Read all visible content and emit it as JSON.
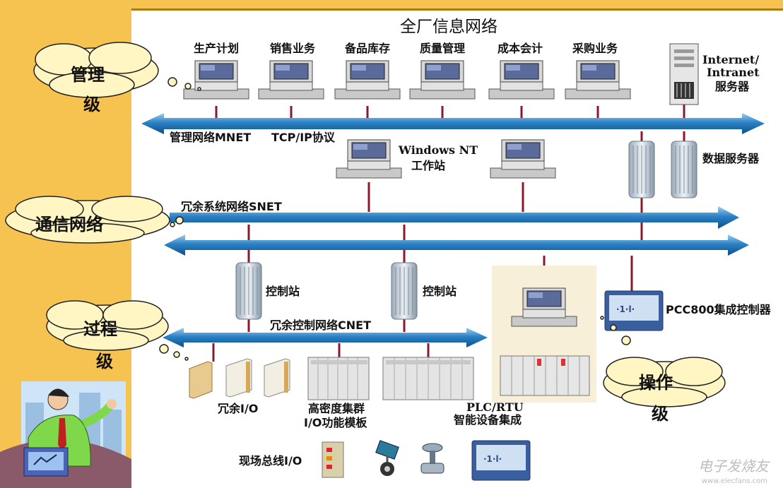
{
  "title": "全厂信息网络",
  "levels": {
    "management": [
      "管理",
      "级"
    ],
    "communication": "通信网络",
    "process": [
      "过程",
      "级"
    ],
    "operation": [
      "操作",
      "级"
    ]
  },
  "workstations": [
    "生产计划",
    "销售业务",
    "备品库存",
    "质量管理",
    "成本会计",
    "采购业务"
  ],
  "server": [
    "Internet/",
    "Intranet",
    "服务器"
  ],
  "networks": {
    "mnet": "管理网络MNET",
    "tcpip": "TCP/IP协议",
    "snet": "冗余系统网络SNET",
    "cnet": "冗余控制网络CNET"
  },
  "nt_station": [
    "Windows NT",
    "工作站"
  ],
  "data_server": "数据服务器",
  "control_station_1": "控制站",
  "control_station_2": "控制站",
  "pcc": "PCC800集成控制器",
  "redundant_io": "冗余I/O",
  "hd_cluster": [
    "高密度集群",
    "I/O功能模板"
  ],
  "plc": [
    "PLC/RTU",
    "智能设备集成"
  ],
  "fieldbus": "现场总线I/O",
  "watermark": [
    "电子发烧友",
    "www.elecfans.com"
  ],
  "colors": {
    "sidebar": "#f6c350",
    "bus": "#2b82c4",
    "line": "#8a1a2a",
    "cloud": "#fff6c4"
  }
}
